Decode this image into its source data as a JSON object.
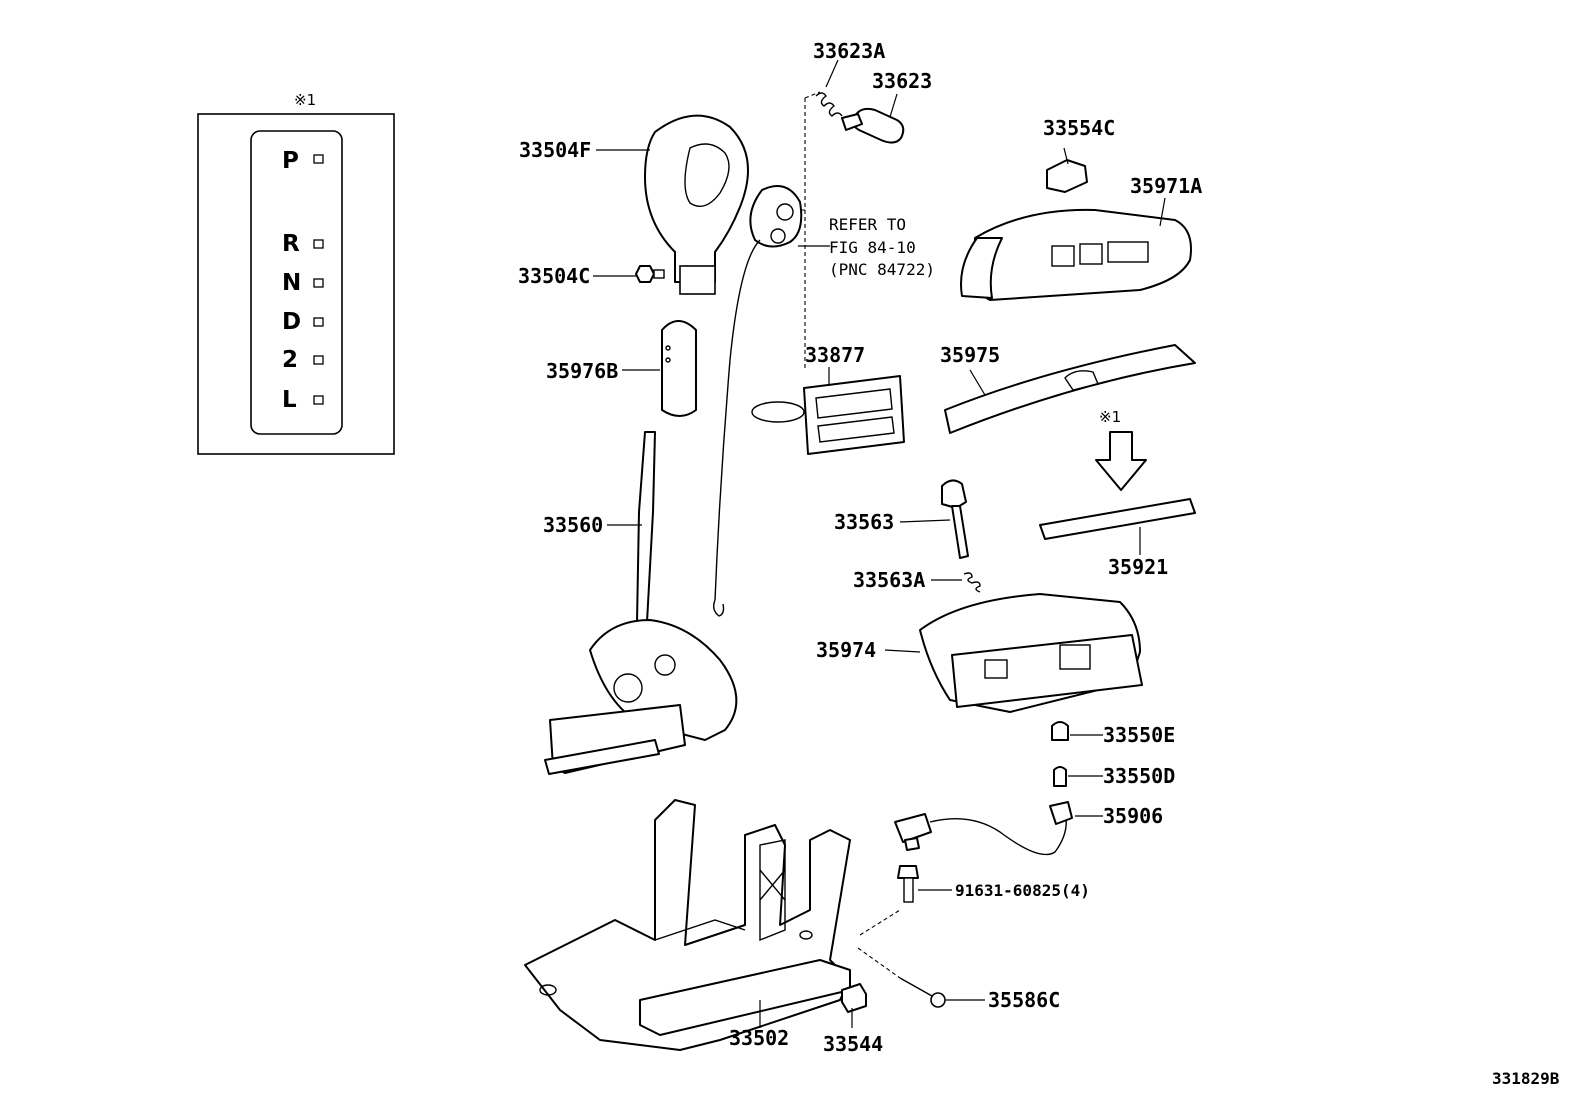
{
  "inset": {
    "note_mark": "※1",
    "gears": [
      "P",
      "R",
      "N",
      "D",
      "2",
      "L"
    ]
  },
  "arrow_note": "※1",
  "parts": {
    "p33623A": "33623A",
    "p33623": "33623",
    "p33504F": "33504F",
    "p33554C": "33554C",
    "p35971A": "35971A",
    "p33504C": "33504C",
    "p35976B": "35976B",
    "p33877": "33877",
    "p35975": "35975",
    "p33560": "33560",
    "p33563": "33563",
    "p33563A": "33563A",
    "p35921": "35921",
    "p35974": "35974",
    "p33550E": "33550E",
    "p33550D": "33550D",
    "p35906": "35906",
    "p91631": "91631-60825(4)",
    "p35586C": "35586C",
    "p33502": "33502",
    "p33544": "33544"
  },
  "refer": {
    "line1": "REFER TO",
    "line2": "FIG 84-10",
    "line3": "(PNC 84722)"
  },
  "figure_id": "331829B"
}
